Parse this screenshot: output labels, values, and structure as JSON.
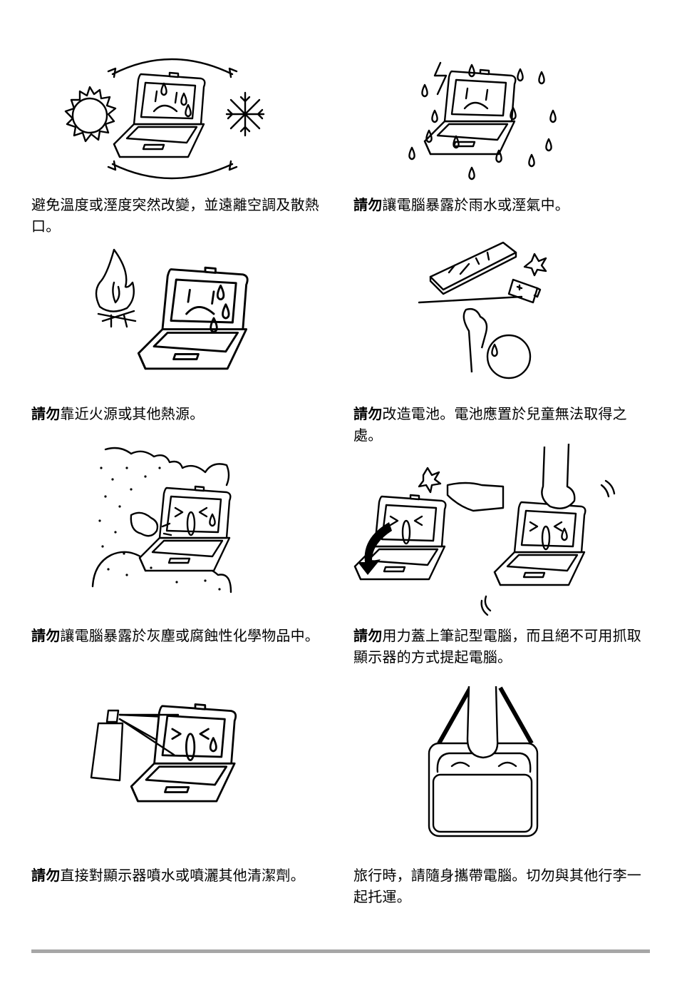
{
  "warnings": [
    {
      "id": "temperature",
      "emphasis": "",
      "text": "避免溫度或溼度突然改變，並遠離空調及散熱口。"
    },
    {
      "id": "rain",
      "emphasis": "請勿",
      "text": "讓電腦暴露於雨水或溼氣中。"
    },
    {
      "id": "fire",
      "emphasis": "請勿",
      "text": "靠近火源或其他熱源。"
    },
    {
      "id": "battery",
      "emphasis": "請勿",
      "text": "改造電池。電池應置於兒童無法取得之處。"
    },
    {
      "id": "dust",
      "emphasis": "請勿",
      "text": "讓電腦暴露於灰塵或腐蝕性化學物品中。"
    },
    {
      "id": "lid",
      "emphasis": "請勿",
      "text": "用力蓋上筆記型電腦，而且絕不可用抓取顯示器的方式提起電腦。"
    },
    {
      "id": "spray",
      "emphasis": "請勿",
      "text": "直接對顯示器噴水或噴灑其他清潔劑。"
    },
    {
      "id": "travel",
      "emphasis": "",
      "text": "旅行時，請隨身攜帶電腦。切勿與其他行李一起托運。"
    }
  ]
}
